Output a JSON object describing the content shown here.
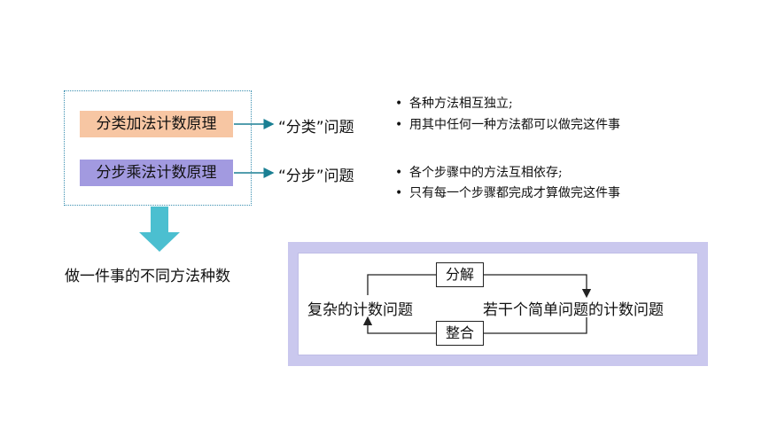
{
  "principles": {
    "addition": "分类加法计数原理",
    "multiplication": "分步乘法计数原理"
  },
  "questions": {
    "classify": "“分类”问题",
    "step": "“分步”问题"
  },
  "classify_points": [
    "各种方法相互独立;",
    "用其中任何一种方法都可以做完这件事"
  ],
  "step_points": [
    "各个步骤中的方法互相依存;",
    "只有每一个步骤都完成才算做完这件事"
  ],
  "result": "做一件事的不同方法种数",
  "cycle": {
    "left": "复杂的计数问题",
    "right": "若干个简单问题的计数问题",
    "split": "分解",
    "merge": "整合"
  },
  "colors": {
    "addition_bg": "#f7c6a3",
    "multiplication_bg": "#a29ae0",
    "arrow_teal": "#1a7f93",
    "big_arrow": "#4bbfd0",
    "panel_purple": "#cac8ee"
  }
}
